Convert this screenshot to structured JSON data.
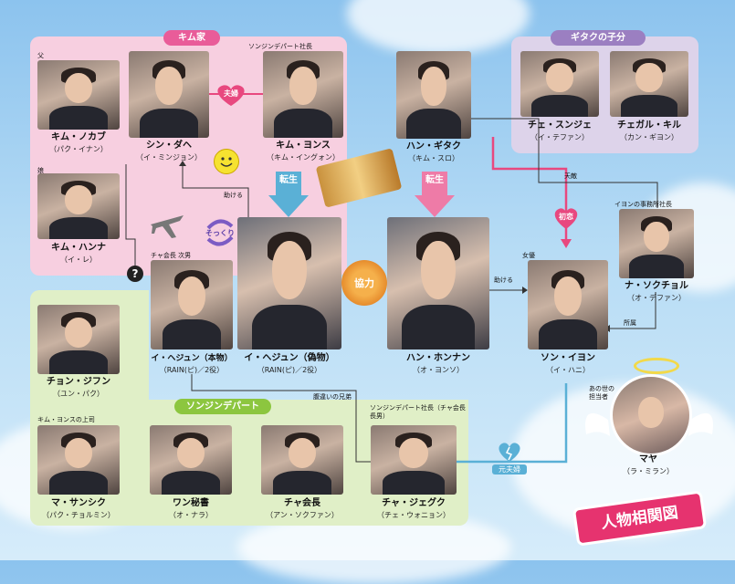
{
  "groups": {
    "kim": "キム家",
    "gitak": "ギタクの子分",
    "sonjin": "ソンジンデパート"
  },
  "labels": {
    "father": "父",
    "daughter": "娘",
    "sonjin_president": "ソンジンデパート社長",
    "couple": "夫婦",
    "help1": "助ける",
    "help2": "助ける",
    "reborn1": "転生",
    "reborn2": "転生",
    "lookalike": "そっくり",
    "cha_second_son": "チャ会長 次男",
    "cooperate": "協力",
    "first_love": "初恋",
    "enemy": "天敵",
    "agency_president": "イヨンの事務所社長",
    "actress": "女優",
    "affiliation": "所属",
    "half_brother": "腹違いの兄弟",
    "kim_boss": "キム・ヨンスの上司",
    "cha_president_eldest": "ソンジンデパート社長（チャ会長 長男）",
    "ex_couple": "元夫婦",
    "afterlife_guide": "あの世の担当者",
    "question": "?",
    "title": "人物相関図"
  },
  "people": {
    "kim_nokab": {
      "name": "キム・ノカブ",
      "actor": "（パク・イナン）"
    },
    "shin_dahe": {
      "name": "シン・ダヘ",
      "actor": "（イ・ミンジョン）"
    },
    "kim_yonsu": {
      "name": "キム・ヨンス",
      "actor": "（キム・イングォン）"
    },
    "kim_hanna": {
      "name": "キム・ハンナ",
      "actor": "（イ・レ）"
    },
    "han_gitak": {
      "name": "ハン・ギタク",
      "actor": "（キム・スロ）"
    },
    "che_sunje": {
      "name": "チェ・スンジェ",
      "actor": "（イ・テファン）"
    },
    "chegal_kil": {
      "name": "チェガル・キル",
      "actor": "（カン・ギヨン）"
    },
    "lee_hejun_real": {
      "name": "イ・ヘジュン（本物）",
      "actor": "（RAIN(ピ)／2役）"
    },
    "lee_hejun_fake": {
      "name": "イ・ヘジュン（偽物）",
      "actor": "（RAIN(ピ)／2役）"
    },
    "han_honnan": {
      "name": "ハン・ホンナン",
      "actor": "（オ・ヨンソ）"
    },
    "son_iyon": {
      "name": "ソン・イヨン",
      "actor": "（イ・ハニ）"
    },
    "na_sokcheol": {
      "name": "ナ・ソクチョル",
      "actor": "（オ・デファン）"
    },
    "jon_jifun": {
      "name": "チョン・ジフン",
      "actor": "（ユン・パク）"
    },
    "ma_sanshik": {
      "name": "マ・サンシク",
      "actor": "（パク・チョルミン）"
    },
    "wan": {
      "name": "ワン秘書",
      "actor": "（オ・ナラ）"
    },
    "cha_chairman": {
      "name": "チャ会長",
      "actor": "（アン・ソクファン）"
    },
    "cha_jeguk": {
      "name": "チャ・ジェグク",
      "actor": "（チェ・ウォニョン）"
    },
    "maya": {
      "name": "マヤ",
      "actor": "（ラ・ミラン）"
    }
  },
  "colors": {
    "kim_group": "#f7cfe0",
    "gitak_group": "#ddd3ea",
    "sonjin_group": "#e0efc7",
    "line_pink": "#e8487f",
    "line_blue": "#5ab0d6",
    "title_badge": "#e6336f"
  }
}
